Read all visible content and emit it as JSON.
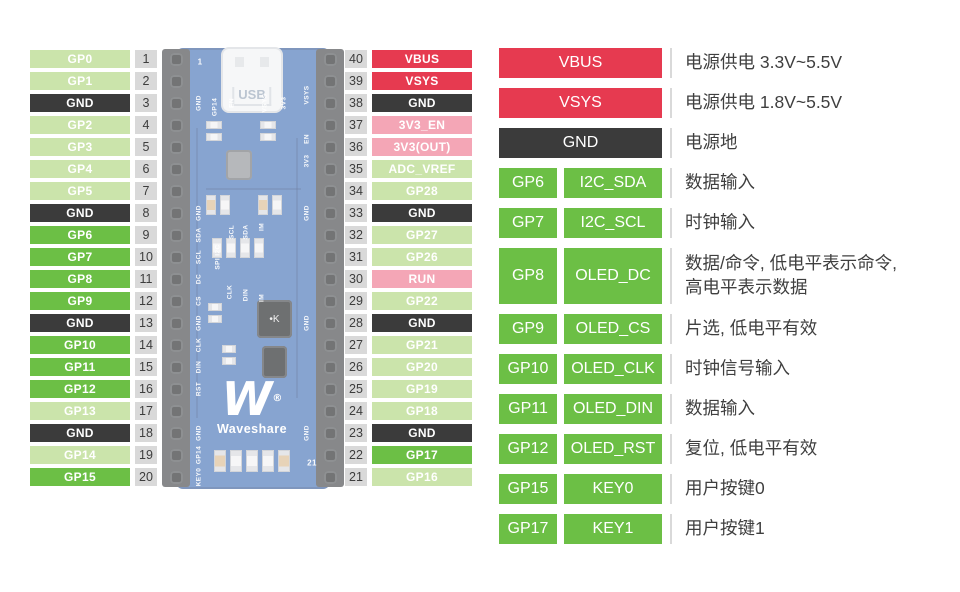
{
  "colors": {
    "bright_green": "#6cbf45",
    "light_green": "#cbe4ab",
    "ground_dark": "#3b3b3b",
    "power_red": "#e63a50",
    "control_pink": "#f4a6b6",
    "pin_number_gray": "#d9d9d9",
    "board_blue": "#3f6db4"
  },
  "pins_left": [
    {
      "num": "1",
      "label": "GP0",
      "type": "gpio"
    },
    {
      "num": "2",
      "label": "GP1",
      "type": "gpio"
    },
    {
      "num": "3",
      "label": "GND",
      "type": "ground"
    },
    {
      "num": "4",
      "label": "GP2",
      "type": "gpio"
    },
    {
      "num": "5",
      "label": "GP3",
      "type": "gpio"
    },
    {
      "num": "6",
      "label": "GP4",
      "type": "gpio"
    },
    {
      "num": "7",
      "label": "GP5",
      "type": "gpio"
    },
    {
      "num": "8",
      "label": "GND",
      "type": "ground"
    },
    {
      "num": "9",
      "label": "GP6",
      "type": "active"
    },
    {
      "num": "10",
      "label": "GP7",
      "type": "active"
    },
    {
      "num": "11",
      "label": "GP8",
      "type": "active"
    },
    {
      "num": "12",
      "label": "GP9",
      "type": "active"
    },
    {
      "num": "13",
      "label": "GND",
      "type": "ground"
    },
    {
      "num": "14",
      "label": "GP10",
      "type": "active"
    },
    {
      "num": "15",
      "label": "GP11",
      "type": "active"
    },
    {
      "num": "16",
      "label": "GP12",
      "type": "active"
    },
    {
      "num": "17",
      "label": "GP13",
      "type": "gpio"
    },
    {
      "num": "18",
      "label": "GND",
      "type": "ground"
    },
    {
      "num": "19",
      "label": "GP14",
      "type": "gpio"
    },
    {
      "num": "20",
      "label": "GP15",
      "type": "active"
    }
  ],
  "pins_right": [
    {
      "num": "40",
      "label": "VBUS",
      "type": "power"
    },
    {
      "num": "39",
      "label": "VSYS",
      "type": "power"
    },
    {
      "num": "38",
      "label": "GND",
      "type": "ground"
    },
    {
      "num": "37",
      "label": "3V3_EN",
      "type": "sysctl"
    },
    {
      "num": "36",
      "label": "3V3(OUT)",
      "type": "sysctl"
    },
    {
      "num": "35",
      "label": "ADC_VREF",
      "type": "gpio"
    },
    {
      "num": "34",
      "label": "GP28",
      "type": "gpio"
    },
    {
      "num": "33",
      "label": "GND",
      "type": "ground"
    },
    {
      "num": "32",
      "label": "GP27",
      "type": "gpio"
    },
    {
      "num": "31",
      "label": "GP26",
      "type": "gpio"
    },
    {
      "num": "30",
      "label": "RUN",
      "type": "sysctl"
    },
    {
      "num": "29",
      "label": "GP22",
      "type": "gpio"
    },
    {
      "num": "28",
      "label": "GND",
      "type": "ground"
    },
    {
      "num": "27",
      "label": "GP21",
      "type": "gpio"
    },
    {
      "num": "26",
      "label": "GP20",
      "type": "gpio"
    },
    {
      "num": "25",
      "label": "GP19",
      "type": "gpio"
    },
    {
      "num": "24",
      "label": "GP18",
      "type": "gpio"
    },
    {
      "num": "23",
      "label": "GND",
      "type": "ground"
    },
    {
      "num": "22",
      "label": "GP17",
      "type": "active"
    },
    {
      "num": "21",
      "label": "GP16",
      "type": "gpio"
    }
  ],
  "legend": [
    {
      "pin": "VBUS",
      "merged": true,
      "type": "power",
      "desc": "电源供电 3.3V~5.5V"
    },
    {
      "pin": "VSYS",
      "merged": true,
      "type": "power",
      "desc": "电源供电 1.8V~5.5V"
    },
    {
      "pin": "GND",
      "merged": true,
      "type": "ground",
      "desc": "电源地"
    },
    {
      "pin": "GP6",
      "func": "I2C_SDA",
      "type": "active",
      "desc": "数据输入"
    },
    {
      "pin": "GP7",
      "func": "I2C_SCL",
      "type": "active",
      "desc": "时钟输入"
    },
    {
      "pin": "GP8",
      "func": "OLED_DC",
      "type": "active",
      "tall": true,
      "desc": "数据/命令, 低电平表示命令,\n高电平表示数据"
    },
    {
      "pin": "GP9",
      "func": "OLED_CS",
      "type": "active",
      "desc": "片选, 低电平有效"
    },
    {
      "pin": "GP10",
      "func": "OLED_CLK",
      "type": "active",
      "desc": "时钟信号输入"
    },
    {
      "pin": "GP11",
      "func": "OLED_DIN",
      "type": "active",
      "desc": "数据输入"
    },
    {
      "pin": "GP12",
      "func": "OLED_RST",
      "type": "active",
      "desc": "复位, 低电平有效"
    },
    {
      "pin": "GP15",
      "func": "KEY0",
      "type": "active",
      "desc": "用户按键0"
    },
    {
      "pin": "GP17",
      "func": "KEY1",
      "type": "active",
      "desc": "用户按键1"
    }
  ],
  "board": {
    "usb_label": "USB",
    "brand": "Waveshare",
    "logo_mark": "W",
    "reg_mark": "®",
    "chip_label": "•K",
    "pin1_mark": "1",
    "pin21_mark": "21",
    "silk_left": [
      "GND",
      "GND",
      "SDA",
      "SCL",
      "DC",
      "CS",
      "GND",
      "CLK",
      "DIN",
      "RST",
      "GND",
      "GP14",
      "KEY0"
    ],
    "silk_right": [
      "VSYS",
      "EN",
      "3V3",
      "GND",
      "GND",
      "GND"
    ],
    "silk_top": [
      "GP14",
      "EN",
      "VSYS",
      "3V3"
    ],
    "silk_mid": [
      "SPI I2C",
      "SCL",
      "SDA",
      "IM",
      "CLK",
      "DIN",
      "IM"
    ]
  }
}
